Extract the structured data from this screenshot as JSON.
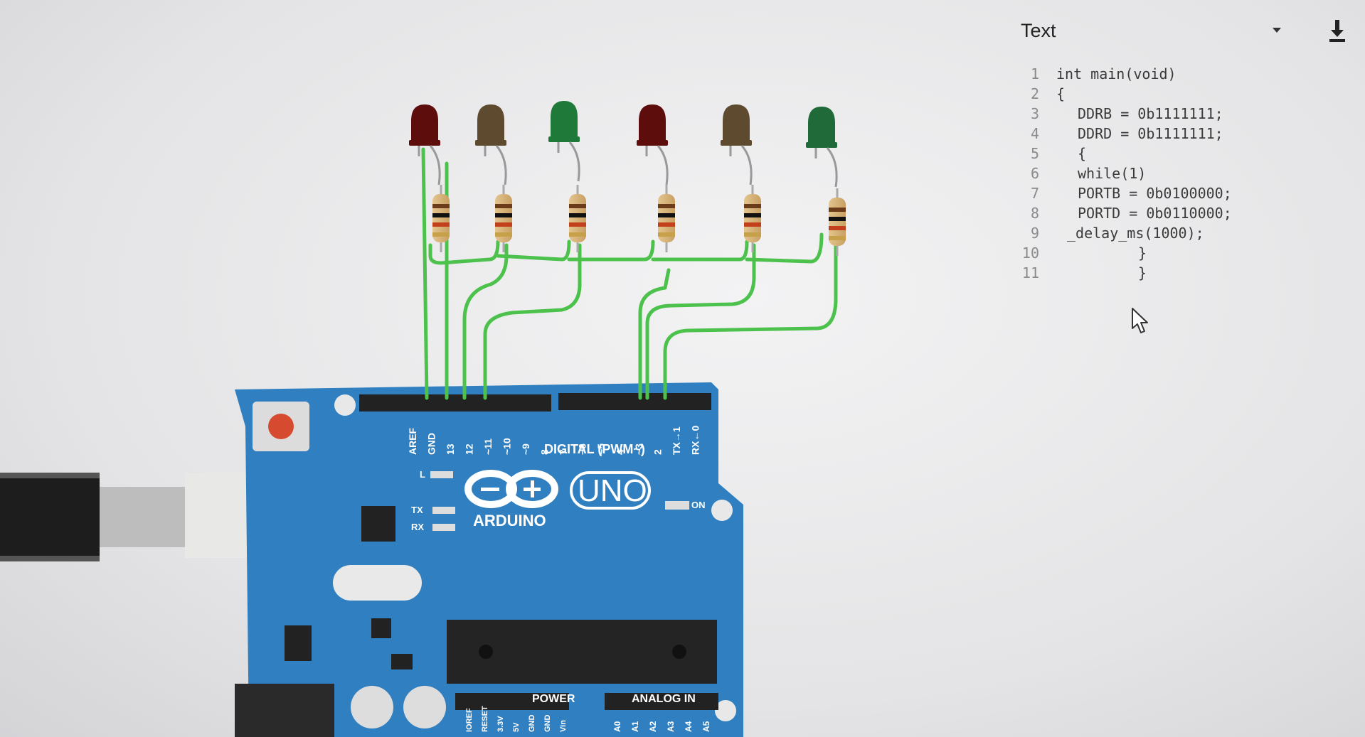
{
  "code_panel": {
    "mode_label": "Text",
    "mode_caret_icon": "caret-down-icon",
    "download_icon": "download-icon",
    "code_lines": [
      {
        "number": "1",
        "text": "int main(void)"
      },
      {
        "number": "2",
        "text": "{"
      },
      {
        "number": "3",
        "text": "DDRB = 0b1111111;"
      },
      {
        "number": "4",
        "text": "DDRD = 0b1111111;"
      },
      {
        "number": "5",
        "text": "{"
      },
      {
        "number": "6",
        "text": "while(1)"
      },
      {
        "number": "7",
        "text": "PORTB = 0b0100000;"
      },
      {
        "number": "8",
        "text": "PORTD = 0b0110000;"
      },
      {
        "number": "9",
        "text": "_delay_ms(1000);"
      },
      {
        "number": "10",
        "text": "}"
      },
      {
        "number": "11",
        "text": "}"
      }
    ]
  },
  "board": {
    "name": "ARDUINO",
    "model": "UNO",
    "digital_header_label": "DIGITAL (PWM~)",
    "power_header_label": "POWER",
    "analog_header_label": "ANALOG IN",
    "led_label_l": "L",
    "led_label_tx": "TX",
    "led_label_rx": "RX",
    "led_label_on": "ON",
    "digital_pins": [
      "AREF",
      "GND",
      "13",
      "12",
      "~11",
      "~10",
      "~9",
      "8",
      "7",
      "~6",
      "~5",
      "4",
      "~3",
      "2",
      "TX→1",
      "RX←0"
    ],
    "power_pins": [
      "IOREF",
      "RESET",
      "3.3V",
      "5V",
      "GND",
      "GND",
      "Vin"
    ],
    "analog_pins": [
      "A0",
      "A1",
      "A2",
      "A3",
      "A4",
      "A5"
    ],
    "reset_icon": "reset-button-icon",
    "usb_icon": "usb-connector-icon",
    "chip_icon": "microcontroller-chip-icon"
  },
  "leds": [
    {
      "color_name": "red",
      "color": "#5e0d0d"
    },
    {
      "color_name": "yellow",
      "color": "#5e4a2e"
    },
    {
      "color_name": "green",
      "color": "#1f7a3a"
    },
    {
      "color_name": "red",
      "color": "#5e0d0d"
    },
    {
      "color_name": "yellow",
      "color": "#5e4a2e"
    },
    {
      "color_name": "green",
      "color": "#1f6a38"
    }
  ],
  "colors": {
    "board_blue": "#2f7fc1",
    "wire_green": "#4cc24c",
    "text_dark": "#222222"
  },
  "cursor_icon": "mouse-pointer-icon"
}
